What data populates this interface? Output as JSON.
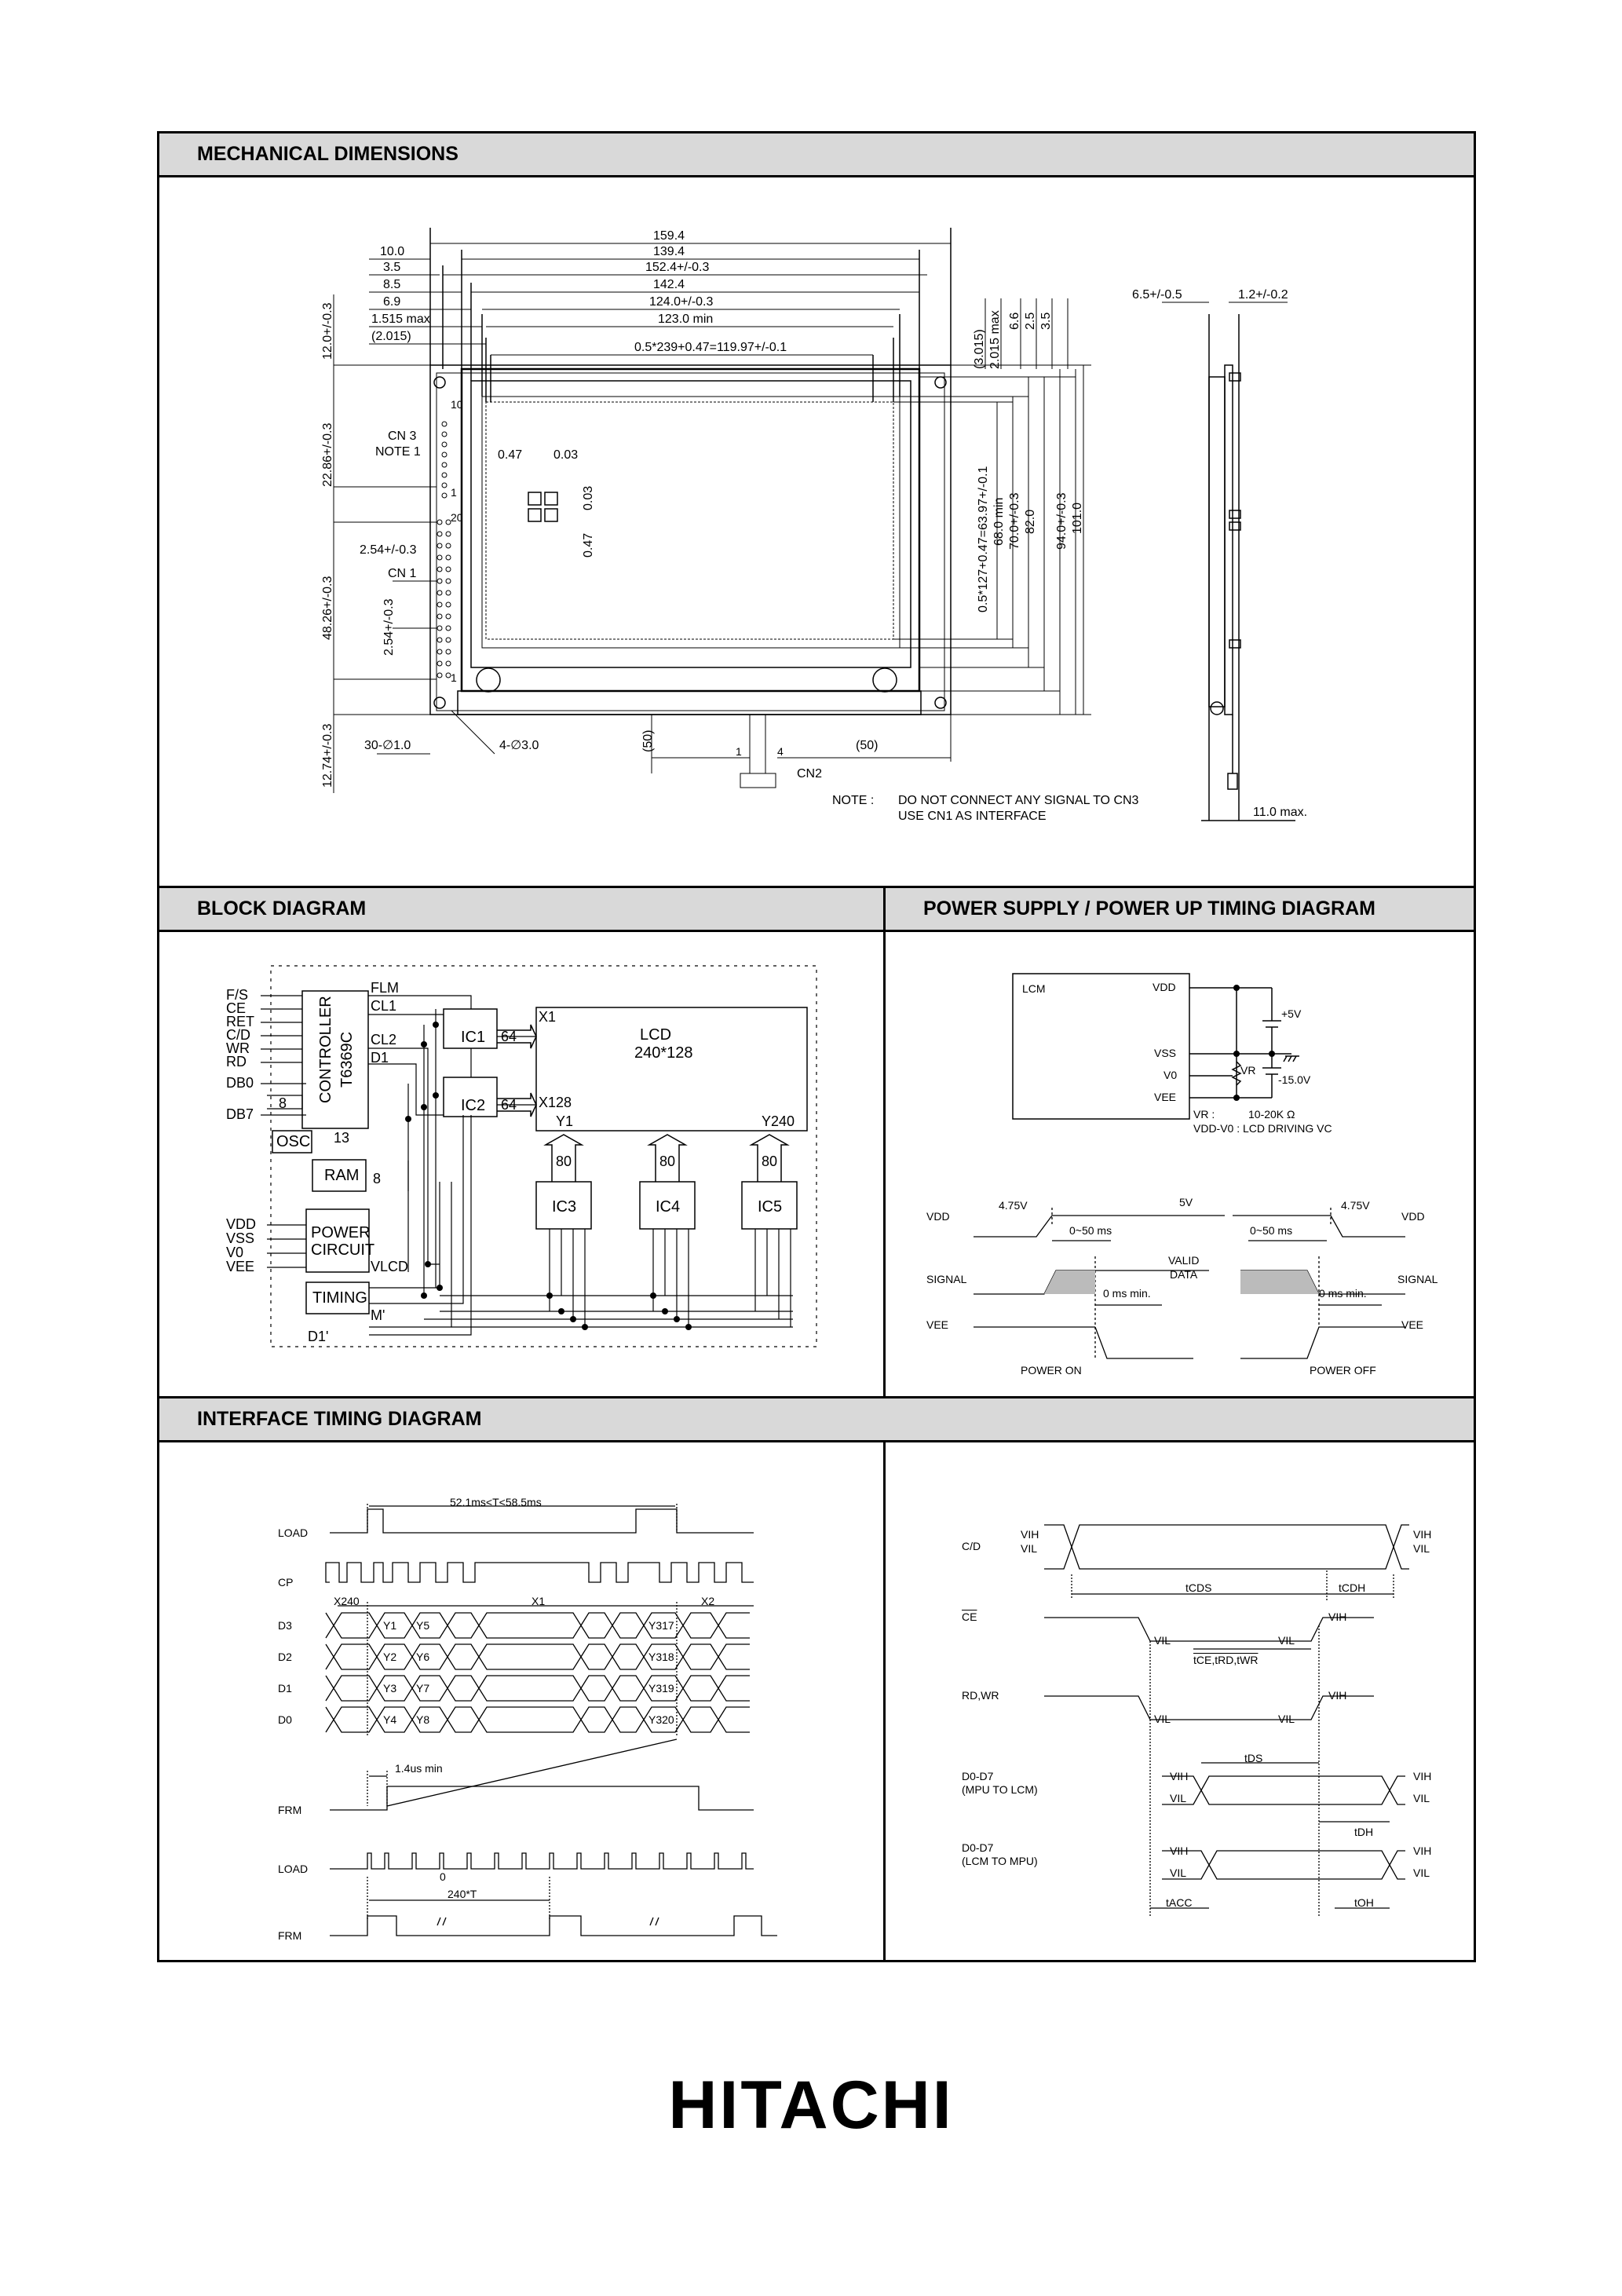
{
  "sections": {
    "mechanical": "MECHANICAL DIMENSIONS",
    "block": "BLOCK DIAGRAM",
    "power": "POWER SUPPLY / POWER UP TIMING DIAGRAM",
    "interface": "INTERFACE TIMING DIAGRAM"
  },
  "mech": {
    "top_dims": [
      "159.4",
      "10.0",
      "139.4",
      "3.5",
      "152.4+/-0.3",
      "8.5",
      "142.4",
      "6.9",
      "124.0+/-0.3",
      "1.515 max",
      "123.0 min",
      "(2.015)",
      "0.5*239+0.47=119.97+/-0.1"
    ],
    "left_dims": [
      "12.0+/-0.3",
      "22.86+/-0.3",
      "48.26+/-0.3",
      "12.74+/-0.3",
      "2.54+/-0.3",
      "2.54+/-0.3"
    ],
    "right_dims": [
      "(3.015)",
      "2.015 max",
      "6.6",
      "2.5",
      "3.5",
      "0.5*127+0.47=63.97+/-0.1",
      "68.0 min",
      "70.0+/-0.3",
      "82.0",
      "94.0+/-0.3",
      "101.0"
    ],
    "pixel_dims": [
      "0.47",
      "0.03",
      "0.03",
      "0.47"
    ],
    "connectors": {
      "cn3": "CN 3",
      "note1": "NOTE 1",
      "cn1": "CN 1",
      "cn2": "CN2",
      "pin10": "10",
      "pin1a": "1",
      "pin20": "20",
      "pin1b": "1",
      "pin1c": "1",
      "pin4": "4"
    },
    "holes": [
      "30-∅1.0",
      "4-∅3.0"
    ],
    "cable": [
      "(50)",
      "(50)"
    ],
    "side": [
      "6.5+/-0.5",
      "1.2+/-0.2",
      "11.0 max."
    ],
    "note_label": "NOTE :",
    "note_line1": "DO NOT CONNECT ANY SIGNAL TO CN3",
    "note_line2": "USE CN1 AS INTERFACE"
  },
  "block": {
    "inputs": [
      "F/S",
      "CE",
      "RET",
      "C/D",
      "WR",
      "RD",
      "DB0",
      "DB7"
    ],
    "power_inputs": [
      "VDD",
      "VSS",
      "V0",
      "VEE"
    ],
    "controller": "CONTROLLER",
    "controller_ic": "T6369C",
    "bus8": "8",
    "bus13": "13",
    "bus8b": "8",
    "osc": "OSC",
    "ram": "RAM",
    "power_circuit": [
      "POWER",
      "CIRCUIT"
    ],
    "timing": "TIMING",
    "signals": [
      "FLM",
      "CL1",
      "CL2",
      "D1",
      "VLCD",
      "M'",
      "D1'"
    ],
    "ic1": "IC1",
    "ic2": "IC2",
    "ic3": "IC3",
    "ic4": "IC4",
    "ic5": "IC5",
    "bus64a": "64",
    "bus64b": "64",
    "lcd_title": "LCD",
    "lcd_res": "240*128",
    "x1": "X1",
    "x128": "X128",
    "y1": "Y1",
    "y240": "Y240",
    "bus80": [
      "80",
      "80",
      "80"
    ]
  },
  "power": {
    "lcm": "LCM",
    "vdd": "VDD",
    "vss": "VSS",
    "v0": "V0",
    "vee": "VEE",
    "plus5": "+5V",
    "minus15": "-15.0V",
    "vr": "VR",
    "vr_label": "VR :",
    "vr_val": "10-20K Ω",
    "vc_note": "VDD-V0 : LCD DRIVING VC",
    "t_vdd_l": "VDD",
    "t_signal_l": "SIGNAL",
    "t_vee_l": "VEE",
    "t_vdd_r": "VDD",
    "t_signal_r": "SIGNAL",
    "t_vee_r": "VEE",
    "v475a": "4.75V",
    "v5": "5V",
    "v475b": "4.75V",
    "t050a": "0~50 ms",
    "t050b": "0~50 ms",
    "valid": "VALID",
    "data": "DATA",
    "t0a": "0 ms min.",
    "t0b": "0 ms min.",
    "power_on": "POWER ON",
    "power_off": "POWER OFF"
  },
  "iface": {
    "period": "52.1ms<T<58.5ms",
    "rows": [
      "LOAD",
      "CP",
      "D3",
      "D2",
      "D1",
      "D0",
      "FRM",
      "LOAD",
      "FRM"
    ],
    "x240": "X240",
    "x1": "X1",
    "x2": "X2",
    "d3": [
      "Y1",
      "Y5",
      "Y317"
    ],
    "d2": [
      "Y2",
      "Y6",
      "Y318"
    ],
    "d1": [
      "Y3",
      "Y7",
      "Y319"
    ],
    "d0": [
      "Y4",
      "Y8",
      "Y320"
    ],
    "t14": "1.4us min",
    "t240": "240*T",
    "n0": "0"
  },
  "bus": {
    "cd": "C/D",
    "ce": "CE",
    "rdwr": "RD,WR",
    "d0d7a": "D0-D7",
    "mpu_to_lcm": "(MPU TO LCM)",
    "d0d7b": "D0-D7",
    "lcm_to_mpu": "(LCM TO MPU)",
    "vih": "VIH",
    "vil": "VIL",
    "tcds": "tCDS",
    "tcdh": "tCDH",
    "tce": "tCE,tRD,tWR",
    "tds": "tDS",
    "tdh": "tDH",
    "tacc": "tACC",
    "toh": "tOH"
  },
  "logo": "HITACHI"
}
